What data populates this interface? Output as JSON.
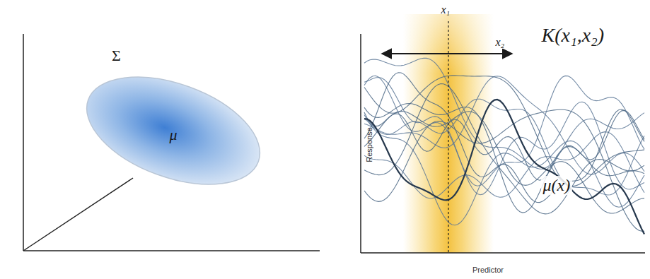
{
  "diagram": {
    "nodes": [
      {
        "text": [
          "Σ",
          "μ"
        ]
      }
    ],
    "labels": [
      "x₁",
      "x₂",
      "K(x₁,x₂)",
      "μ(x)",
      "Response",
      "Predictor"
    ]
  }
}
